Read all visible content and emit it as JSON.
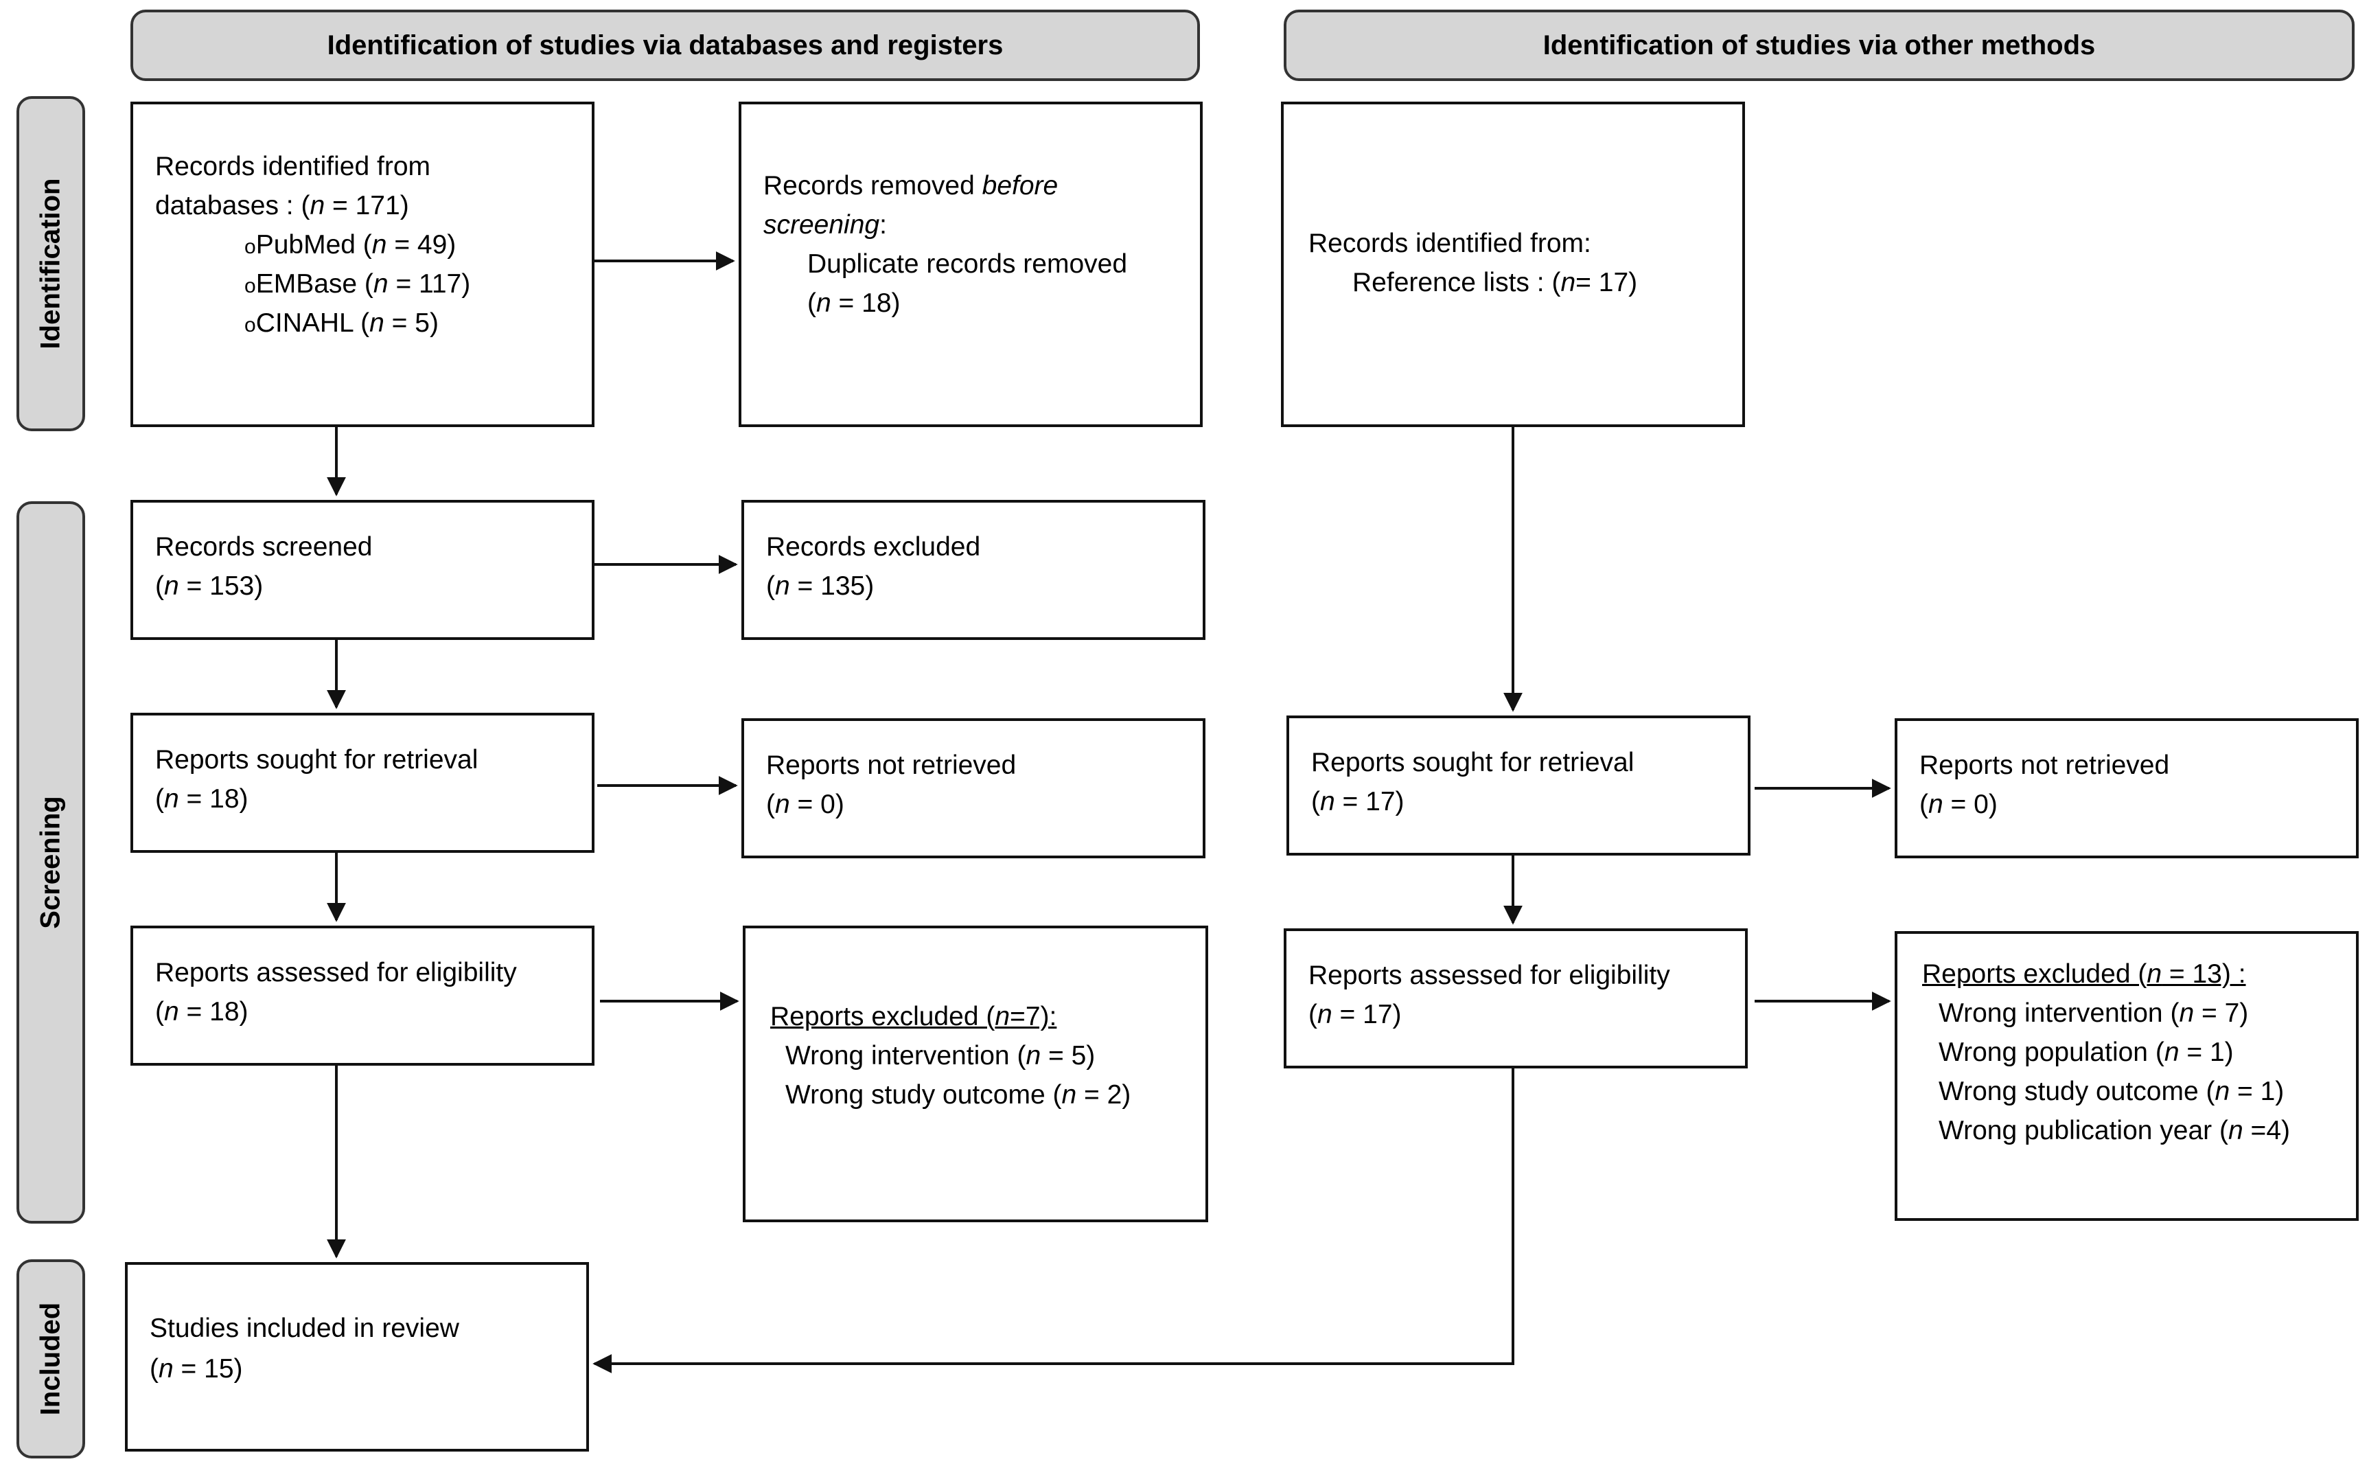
{
  "headers": {
    "databases": "Identification of studies via databases and registers",
    "other": "Identification of studies via other methods"
  },
  "phases": {
    "identification": "Identification",
    "screening": "Screening",
    "included": "Included"
  },
  "n": "n",
  "left": {
    "records_identified": {
      "line1": "Records identified from",
      "line2_prefix": "databases : (",
      "line2_suffix": " = 171)",
      "bullet": "o",
      "pubmed": "PubMed (",
      "pubmed_suffix": " = 49)",
      "embase": "EMBase (",
      "embase_suffix": " = 117)",
      "cinahl": "CINAHL (",
      "cinahl_suffix": " = 5)"
    },
    "records_removed": {
      "line1_prefix": "Records removed ",
      "line1_italic": "before",
      "line2_italic": "screening",
      "line2_suffix": ":",
      "line3": "Duplicate records removed",
      "line4_prefix": "(",
      "line4_suffix": " = 18)"
    },
    "records_screened": {
      "title": "Records screened",
      "count_prefix": "(",
      "count_suffix": " = 153)"
    },
    "records_excluded": {
      "title": "Records excluded",
      "count_prefix": "(",
      "count_suffix": " = 135)"
    },
    "reports_sought": {
      "title": "Reports sought for retrieval",
      "count_prefix": "(",
      "count_suffix": " = 18)"
    },
    "reports_not_retrieved": {
      "title": "Reports not retrieved",
      "count_prefix": "(",
      "count_suffix": " = 0)"
    },
    "reports_assessed": {
      "title": "Reports assessed for eligibility",
      "count_prefix": "(",
      "count_suffix": " = 18)"
    },
    "reports_excluded": {
      "title_prefix": "Reports excluded (",
      "title_n": "n",
      "title_suffix": "=7):",
      "r1_prefix": "Wrong intervention (",
      "r1_suffix": " = 5)",
      "r2_prefix": "Wrong study outcome (",
      "r2_suffix": " = 2)"
    },
    "studies_included": {
      "title": "Studies included in review",
      "count_prefix": "(",
      "count_suffix": " = 15)"
    }
  },
  "right": {
    "records_identified": {
      "line1": "Records identified from:",
      "line2_prefix": "Reference lists : (",
      "line2_suffix": "= 17)"
    },
    "reports_sought": {
      "title": "Reports sought for retrieval",
      "count_prefix": "(",
      "count_suffix": " = 17)"
    },
    "reports_not_retrieved": {
      "title": "Reports not retrieved",
      "count_prefix": "(",
      "count_suffix": " = 0)"
    },
    "reports_assessed": {
      "title": "Reports assessed for eligibility",
      "count_prefix": "(",
      "count_suffix": " = 17)"
    },
    "reports_excluded": {
      "title_prefix": "Reports excluded (",
      "title_n": "n",
      "title_suffix": " = 13) :",
      "r1_prefix": "Wrong intervention (",
      "r1_suffix": " = 7)",
      "r2_prefix": "Wrong population (",
      "r2_suffix": " = 1)",
      "r3_prefix": "Wrong study outcome (",
      "r3_suffix": " = 1)",
      "r4_prefix": "Wrong publication year (",
      "r4_suffix": " =4)"
    }
  }
}
